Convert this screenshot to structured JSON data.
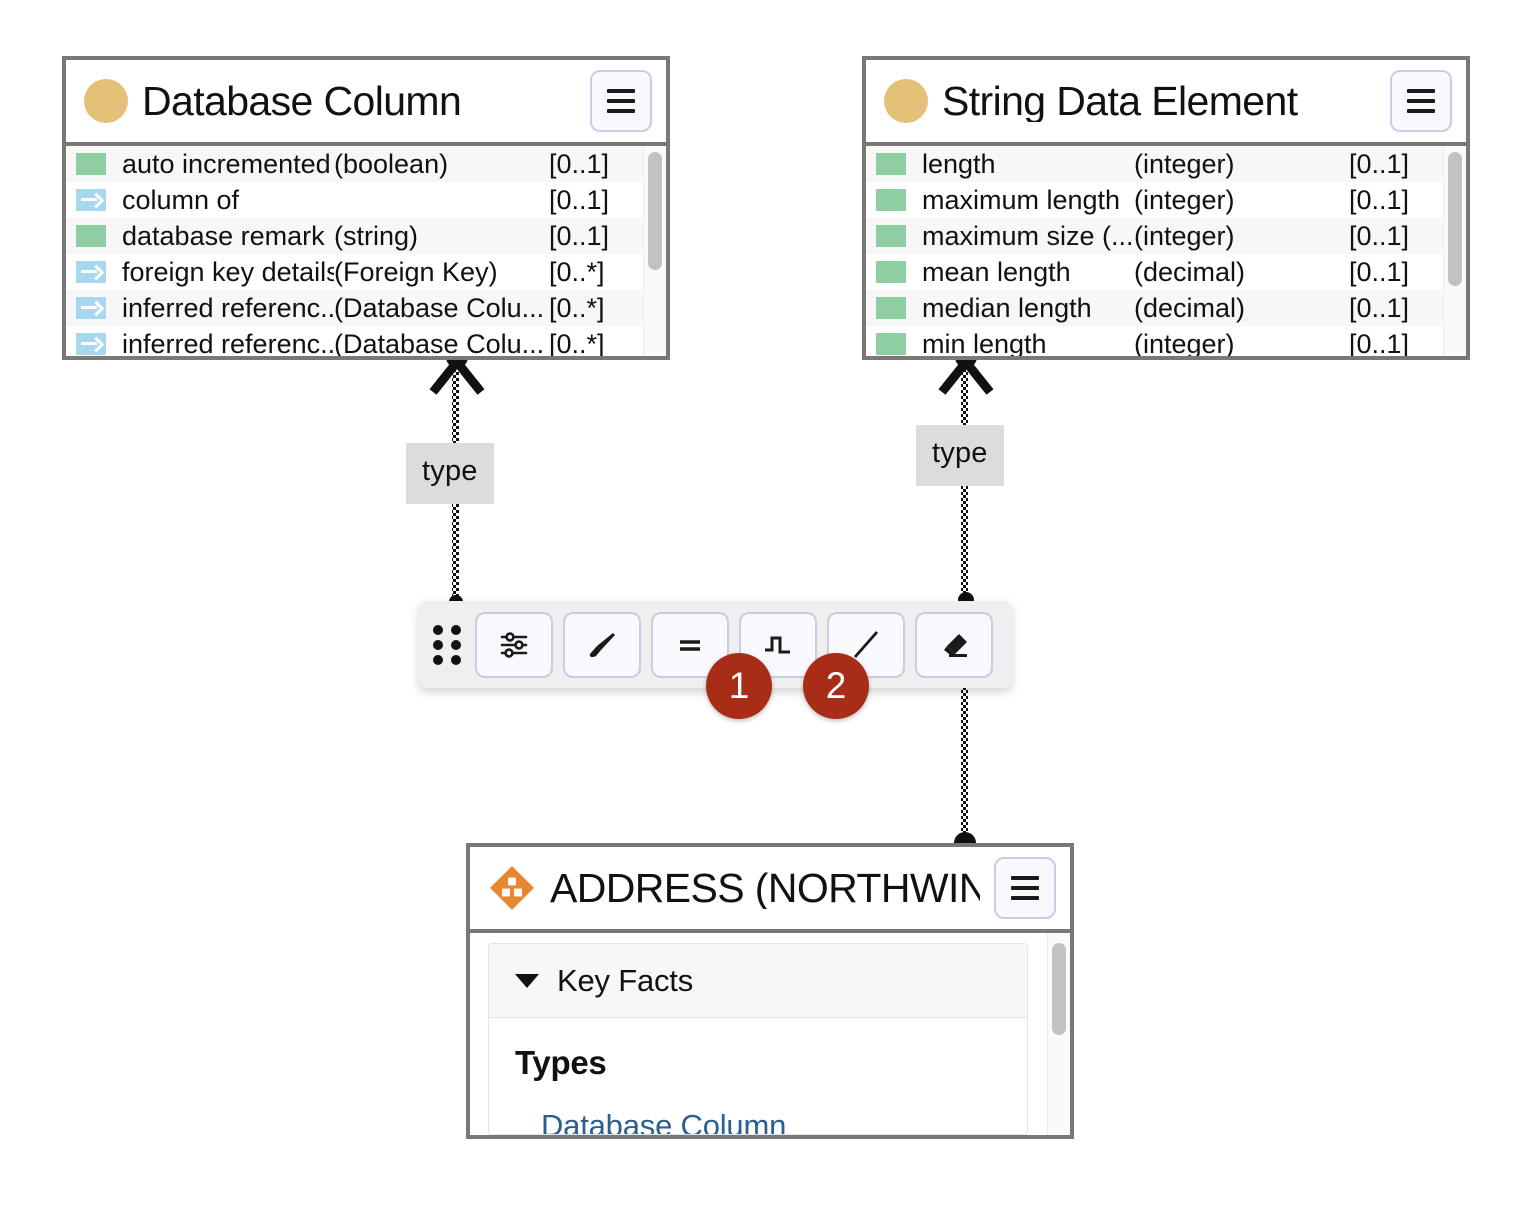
{
  "nodes": {
    "database_column": {
      "title": "Database Column",
      "icon": "circle-icon",
      "menu_icon": "hamburger-icon",
      "scroll_thumb_pct": 55,
      "rows": [
        {
          "kind": "attribute",
          "name": "auto incremented",
          "type": "(boolean)",
          "cardinality": "[0..1]"
        },
        {
          "kind": "relation",
          "name": "column of",
          "type": "",
          "cardinality": "[0..1]"
        },
        {
          "kind": "attribute",
          "name": "database remark",
          "type": "(string)",
          "cardinality": "[0..1]"
        },
        {
          "kind": "relation",
          "name": "foreign key details",
          "type": "(Foreign Key)",
          "cardinality": "[0..*]"
        },
        {
          "kind": "relation",
          "name": "inferred referenc...",
          "type": "(Database Colu...",
          "cardinality": "[0..*]"
        },
        {
          "kind": "relation",
          "name": "inferred referenc...",
          "type": "(Database Colu...",
          "cardinality": "[0..*]"
        }
      ]
    },
    "string_data_element": {
      "title": "String Data Element",
      "icon": "circle-icon",
      "menu_icon": "hamburger-icon",
      "scroll_thumb_pct": 62,
      "rows": [
        {
          "kind": "attribute",
          "name": "length",
          "type": "(integer)",
          "cardinality": "[0..1]"
        },
        {
          "kind": "attribute",
          "name": "maximum length",
          "type": "(integer)",
          "cardinality": "[0..1]"
        },
        {
          "kind": "attribute",
          "name": "maximum size (...",
          "type": "(integer)",
          "cardinality": "[0..1]"
        },
        {
          "kind": "attribute",
          "name": "mean length",
          "type": "(decimal)",
          "cardinality": "[0..1]"
        },
        {
          "kind": "attribute",
          "name": "median length",
          "type": "(decimal)",
          "cardinality": "[0..1]"
        },
        {
          "kind": "attribute",
          "name": "min length",
          "type": "(integer)",
          "cardinality": "[0..1]"
        }
      ]
    },
    "address_instance": {
      "title": "ADDRESS (NORTHWIN...",
      "icon": "orange-diamond-cubes-icon",
      "menu_icon": "hamburger-icon",
      "scroll_thumb_pct": 30,
      "section": {
        "label": "Key Facts",
        "caret": "caret-down-icon",
        "sub_heading": "Types",
        "links": [
          "Database Column"
        ]
      }
    }
  },
  "edges": [
    {
      "label": "type",
      "from": "address_instance",
      "to": "database_column"
    },
    {
      "label": "type",
      "from": "address_instance",
      "to": "string_data_element"
    }
  ],
  "toolbar": {
    "drag_handle": "drag-dots-handle",
    "buttons": [
      {
        "name": "properties-button",
        "icon": "sliders-icon"
      },
      {
        "name": "style-button",
        "icon": "paintbrush-icon"
      },
      {
        "name": "line-weight-button",
        "icon": "equals-lines-icon"
      },
      {
        "name": "orthogonal-routing-button",
        "icon": "step-line-icon"
      },
      {
        "name": "straight-routing-button",
        "icon": "diagonal-line-icon"
      },
      {
        "name": "erase-button",
        "icon": "eraser-icon"
      }
    ]
  },
  "annotations": [
    {
      "number": "1",
      "target": "orthogonal-routing-button"
    },
    {
      "number": "2",
      "target": "straight-routing-button"
    }
  ],
  "colors": {
    "badge": "#A82C16",
    "node_border": "#7A7775",
    "attribute_swatch": "#8FCDA3",
    "relation_swatch": "#A8D8F0",
    "node_icon_circle": "#E3C178",
    "instance_icon": "#E8872E",
    "link_text": "#2C5E8F",
    "toolbar_bg": "#EFEFEF",
    "edge_label_bg": "#DCDCDC"
  }
}
